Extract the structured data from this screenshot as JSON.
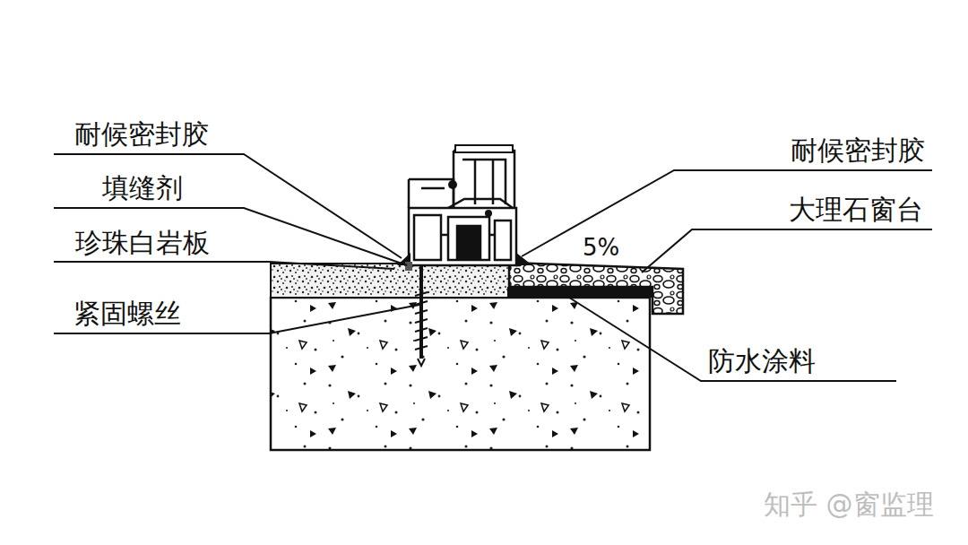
{
  "diagram": {
    "labels": [
      "耐候密封胶",
      "填缝剂",
      "珍珠白岩板",
      "紧固螺丝",
      "耐候密封胶",
      "大理石窗台",
      "5%",
      "防水涂料",
      "知乎 @窗监理"
    ]
  }
}
